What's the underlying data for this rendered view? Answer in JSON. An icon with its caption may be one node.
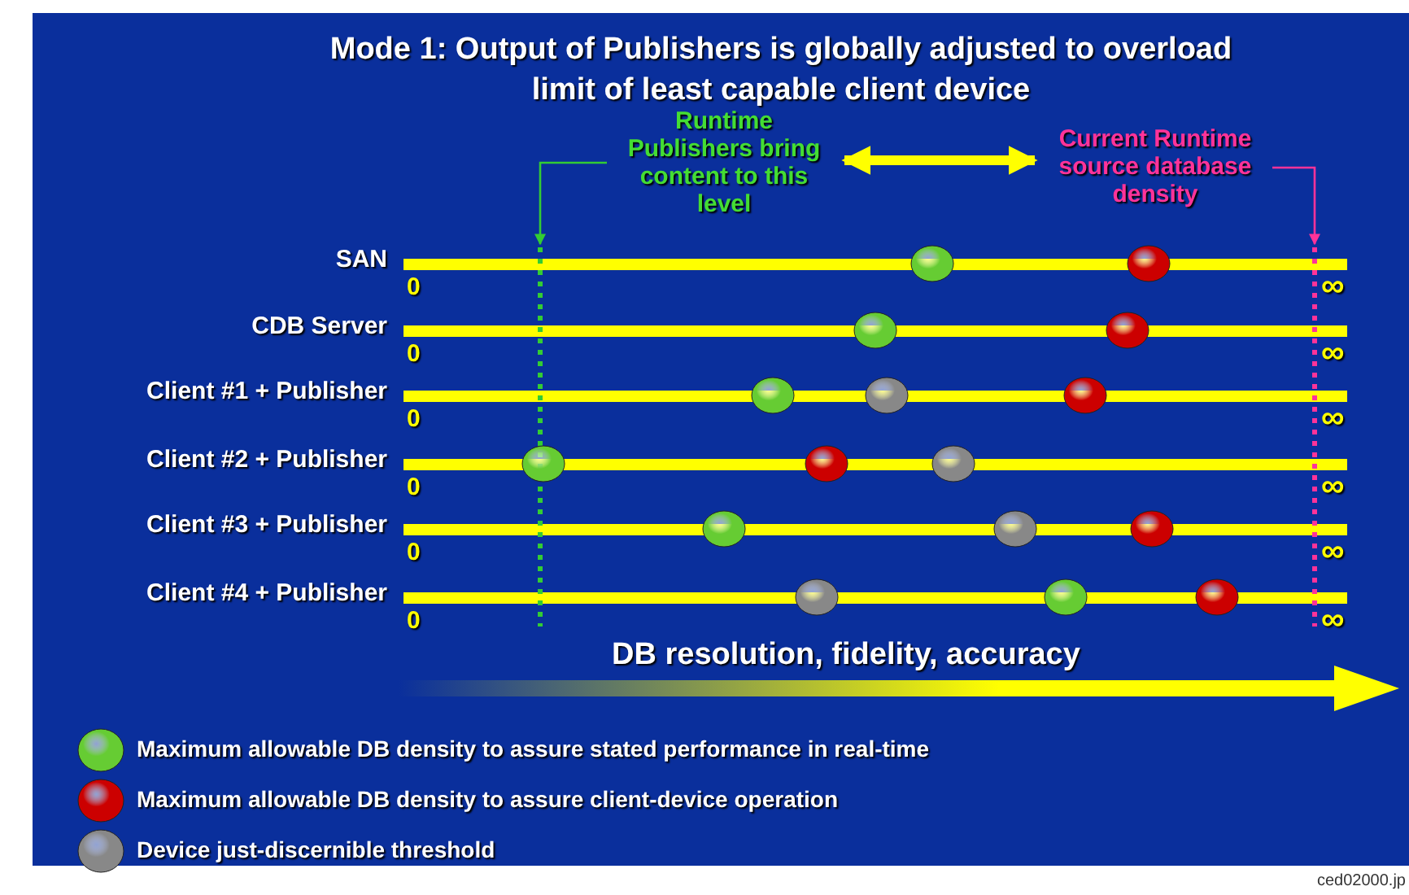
{
  "diagram": {
    "title": "Mode 1: Output of Publishers is globally adjusted to overload limit of least capable client device",
    "nodes": [
      {
        "text": [
          "Runtime Publishers bring content to this level"
        ]
      },
      {
        "text": [
          "Current Runtime source database density"
        ]
      }
    ],
    "edges": [
      {
        "from": 0,
        "to": null,
        "arrow": "to",
        "color": "#33cc33"
      },
      {
        "from": 1,
        "to": null,
        "arrow": "to",
        "color": "#ff3399"
      },
      {
        "from": 0,
        "to": 1,
        "arrow": "both",
        "style": "thick",
        "color": "#ffff00"
      }
    ],
    "labels": [
      "SAN",
      "0",
      "∞",
      "CDB Server",
      "0",
      "∞",
      "Client #1 + Publisher",
      "0",
      "∞",
      "Client #2 + Publisher",
      "0",
      "∞",
      "Client #3 + Publisher",
      "0",
      "∞",
      "Client #4 + Publisher",
      "0",
      "∞",
      "DB resolution, fidelity, accuracy",
      "ced02000.jp"
    ],
    "legend": [
      {
        "text": "Maximum allowable DB density to assure stated performance in real-time",
        "color": "#66cc33"
      },
      {
        "text": "Maximum allowable DB density to assure client-device operation",
        "color": "#cc0000"
      },
      {
        "text": "Device just-discernible threshold",
        "color": "#888888"
      }
    ]
  }
}
